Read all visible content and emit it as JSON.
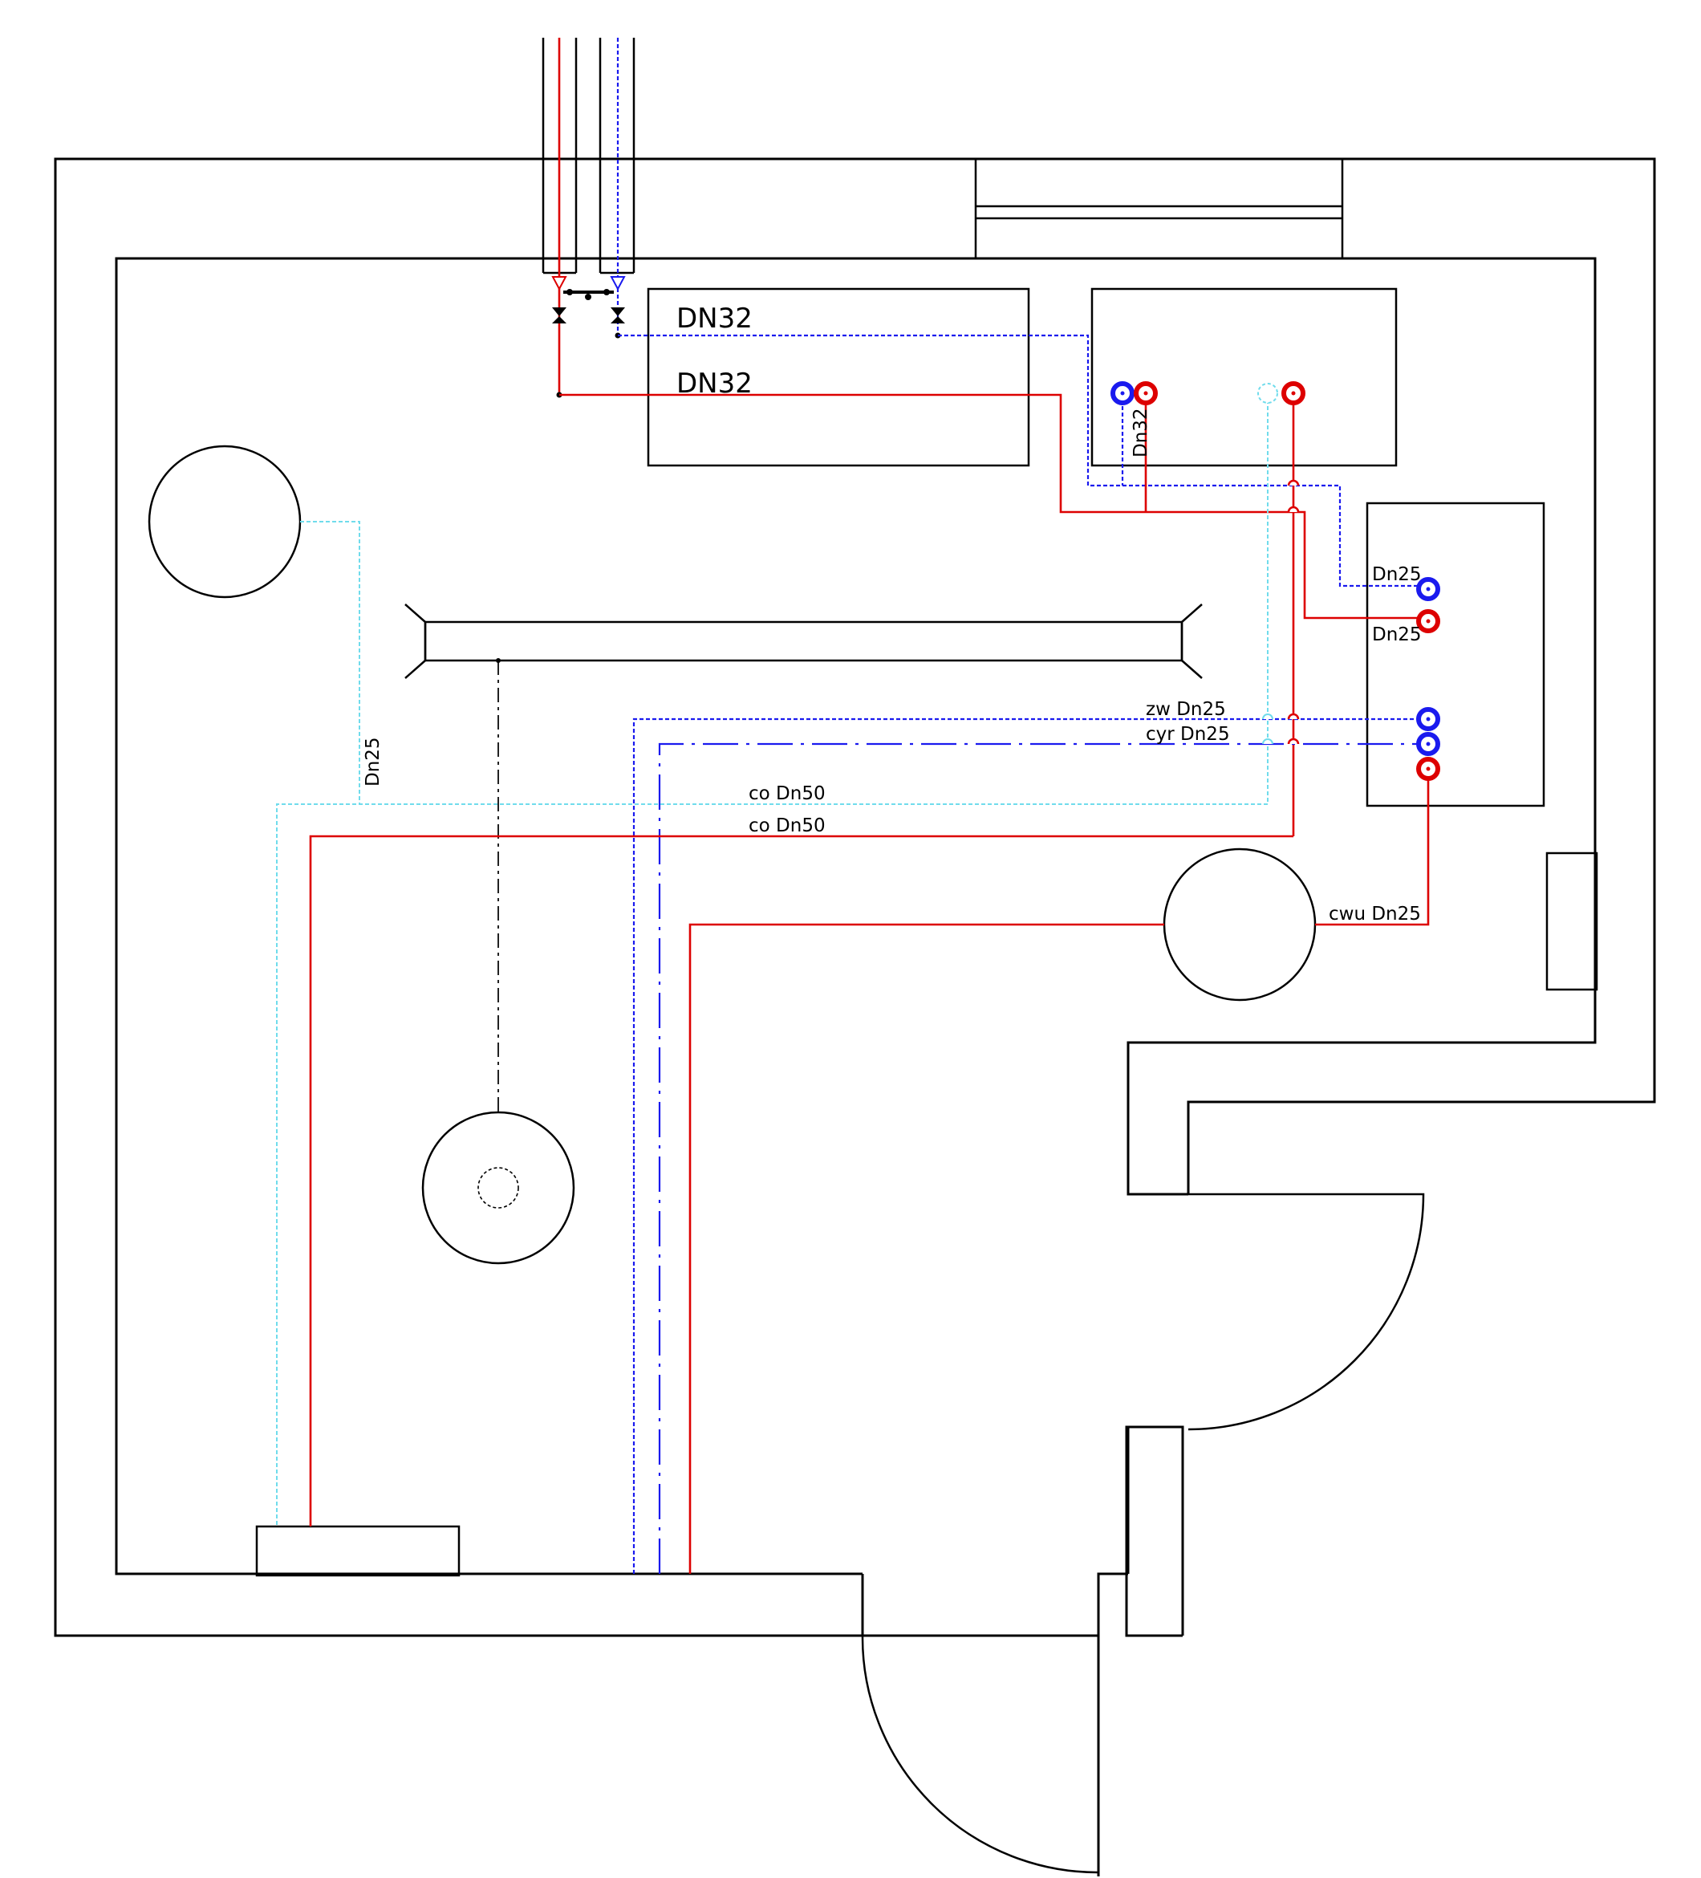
{
  "labels": {
    "supply_dn32": "DN32",
    "return_dn32": "DN32",
    "riser_dn32": "Dn32",
    "boiler_cold_dn25": "Dn25",
    "boiler_hot_dn25": "Dn25",
    "zw_dn25": "zw  Dn25",
    "cyr_dn25": "cyr  Dn25",
    "co_return_dn50": "co  Dn50",
    "co_supply_dn50": "co  Dn50",
    "cwu_dn25": "cwu  Dn25",
    "vertical_dn25": "Dn25"
  },
  "colors": {
    "hot_pipe": "#dd0000",
    "cold_pipe": "#1a1aee",
    "circulation_pipe": "#1a1aee",
    "auxiliary_pipe": "#70dcec",
    "walls": "#000000"
  }
}
